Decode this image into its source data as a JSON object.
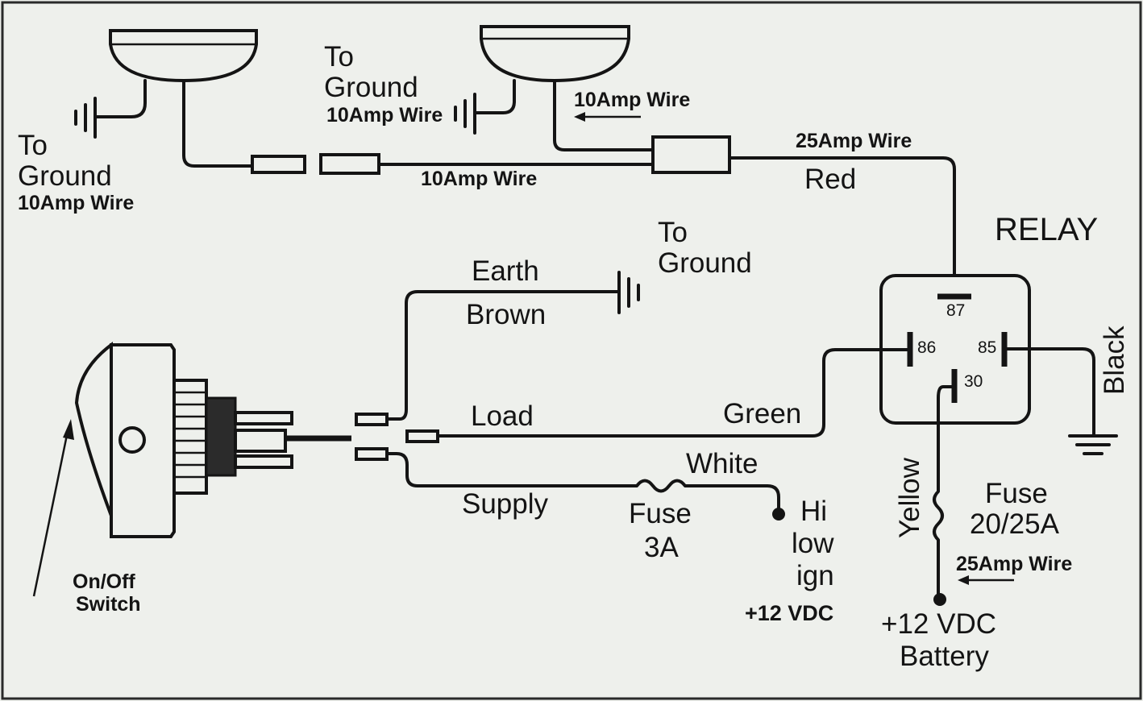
{
  "left_lamp": {
    "ground_label": [
      "To",
      "Ground"
    ],
    "ground_wire": "10Amp Wire"
  },
  "right_lamp": {
    "ground_label": [
      "To",
      "Ground"
    ],
    "ground_wire": "10Amp Wire",
    "feed_wire": "10Amp Wire"
  },
  "lamp_link_wire": "10Amp Wire",
  "main_feed": {
    "wire": "25Amp Wire",
    "color": "Red"
  },
  "relay": {
    "title": "RELAY",
    "pins": {
      "p87": "87",
      "p86": "86",
      "p85": "85",
      "p30": "30"
    },
    "ground_color": "Black"
  },
  "earth": {
    "label": "Earth",
    "color": "Brown",
    "ground_label": [
      "To",
      "Ground"
    ]
  },
  "load": {
    "label": "Load",
    "color": "Green"
  },
  "supply": {
    "label": "Supply",
    "color": "White",
    "fuse": [
      "Fuse",
      "3A"
    ],
    "source": [
      "Hi",
      "low",
      "ign"
    ],
    "voltage": "+12 VDC"
  },
  "battery": {
    "wire_color": "Yellow",
    "fuse": [
      "Fuse",
      "20/25A"
    ],
    "wire": "25Amp Wire",
    "label": [
      "+12 VDC",
      "Battery"
    ]
  },
  "switch": {
    "label": [
      "On/Off",
      "Switch"
    ]
  }
}
